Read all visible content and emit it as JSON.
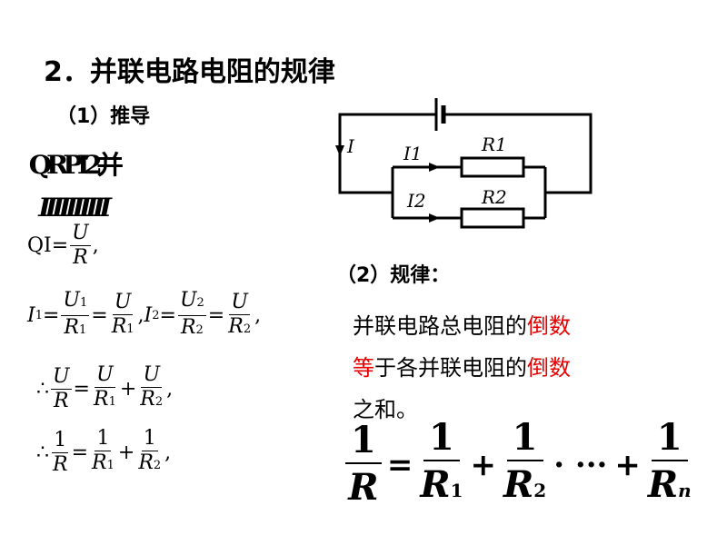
{
  "heading": "2．并联电路电阻的规律",
  "derivation_label": "（1）推导",
  "rule_label": "（2）规律：",
  "rule_text": {
    "part1": "并联电路总电阻的",
    "red1": "倒数",
    "red2": "等",
    "part2": "于各并联电阻的",
    "red3": "倒数",
    "part3": "之和。"
  },
  "garbled_lines": [
    "QRPI2并",
    "IIIIIIIIII"
  ],
  "circuit": {
    "current_total": "I",
    "current_1": "I1",
    "current_2": "I2",
    "resistor_1": "R1",
    "resistor_2": "R2"
  },
  "math": {
    "qi": "QI=",
    "U": "U",
    "R": "R",
    "I": "I",
    "one": "1",
    "sub1": "1",
    "sub2": "2",
    "subn": "n",
    "therefore": "∴",
    "eq": "=",
    "plus": "+",
    "comma": ",",
    "dots": "· ··· "
  }
}
